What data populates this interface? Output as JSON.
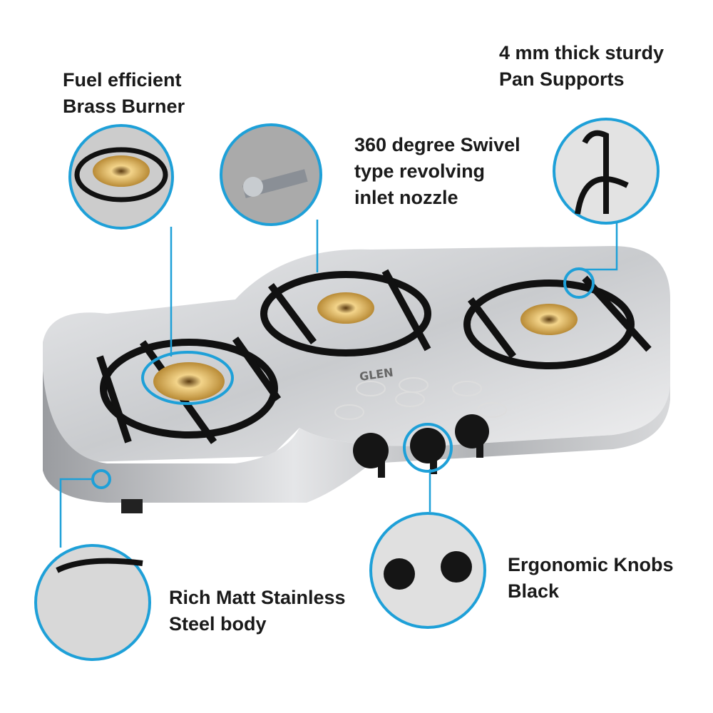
{
  "brand_logo": "GLEN",
  "accent_color": "#1ea0d8",
  "features": [
    {
      "line1": "Fuel efficient",
      "line2": "Brass Burner"
    },
    {
      "line1": "360 degree Swivel",
      "line2": "type revolving",
      "line3": "inlet nozzle"
    },
    {
      "line1": "4 mm thick sturdy",
      "line2": "Pan Supports"
    },
    {
      "line1": "Ergonomic Knobs",
      "line2": "Black"
    },
    {
      "line1": "Rich Matt Stainless",
      "line2": "Steel body"
    }
  ]
}
